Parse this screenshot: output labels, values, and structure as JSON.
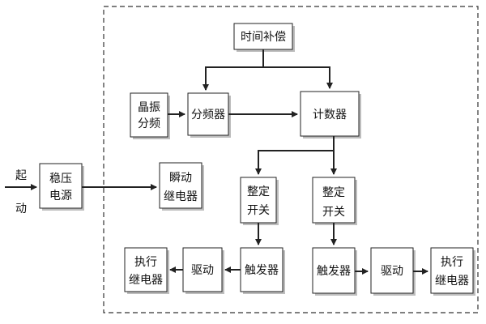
{
  "blocks": {
    "time_comp": "时间补偿",
    "crystal_1": "晶振",
    "crystal_2": "分频",
    "divider": "分频器",
    "counter": "计数器",
    "regulator_1": "稳压",
    "regulator_2": "电源",
    "instant_relay_1": "瞬动",
    "instant_relay_2": "继电器",
    "shaper_left_1": "整定",
    "shaper_left_2": "开关",
    "shaper_right_1": "整定",
    "shaper_right_2": "开关",
    "trigger_left": "触发器",
    "trigger_right": "触发器",
    "drive_left": "驱动",
    "drive_right": "驱动",
    "exec_left_1": "执行",
    "exec_left_2": "继电器",
    "exec_right_1": "执行",
    "exec_right_2": "继电器"
  },
  "input": {
    "start_1": "起",
    "start_2": "动"
  }
}
